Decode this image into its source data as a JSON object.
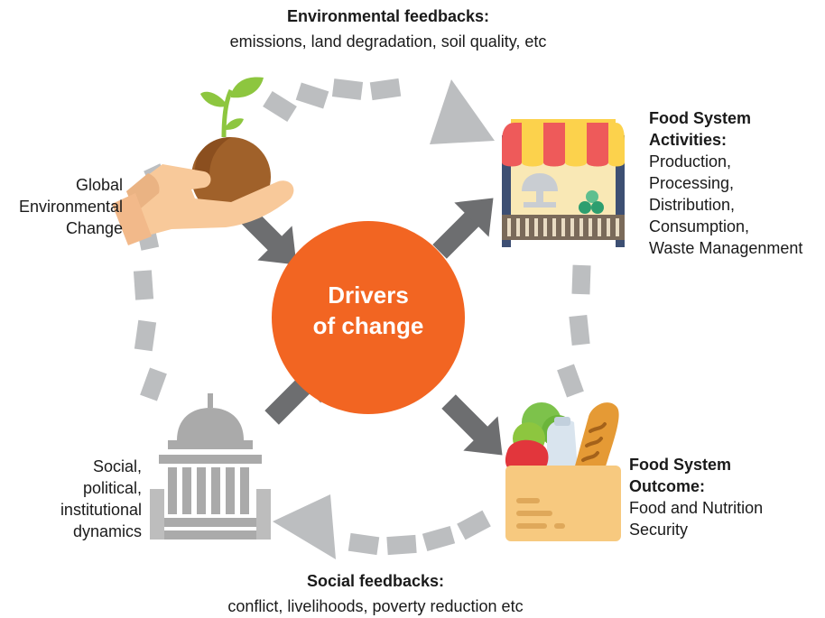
{
  "center": {
    "line1": "Drivers",
    "line2": "of change"
  },
  "env_feedback": {
    "title": "Environmental feedbacks:",
    "subtitle": "emissions, land degradation, soil quality, etc"
  },
  "social_feedback": {
    "title": "Social feedbacks:",
    "subtitle": "conflict, livelihoods, poverty reduction etc"
  },
  "global_env": {
    "lines": [
      "Global",
      "Environmental",
      "Change"
    ]
  },
  "food_activities": {
    "title_lines": [
      "Food System",
      "Activities:"
    ],
    "items": [
      "Production,",
      "Processing,",
      "Distribution,",
      "Consumption,",
      "Waste Managenment"
    ]
  },
  "food_outcome": {
    "title_lines": [
      "Food System",
      "Outcome:"
    ],
    "items": [
      "Food and Nutrition",
      "Security"
    ]
  },
  "social_dynamics": {
    "lines": [
      "Social,",
      "political,",
      "institutional",
      "dynamics"
    ]
  },
  "colors": {
    "center_circle": "#f26522",
    "arrow": "#6d6e70",
    "dash": "#bcbec0",
    "plant_green": "#8dc63f",
    "soil_brown": "#a0612a",
    "hand": "#f8c99a",
    "awning_red": "#ee5a5a",
    "awning_yellow": "#fcd24c",
    "bag": "#f7c97f",
    "bread": "#e59a35",
    "building": "#aaaaaa"
  },
  "icons": [
    "plant-in-hand-icon",
    "market-stall-icon",
    "grocery-bag-icon",
    "government-building-icon"
  ]
}
